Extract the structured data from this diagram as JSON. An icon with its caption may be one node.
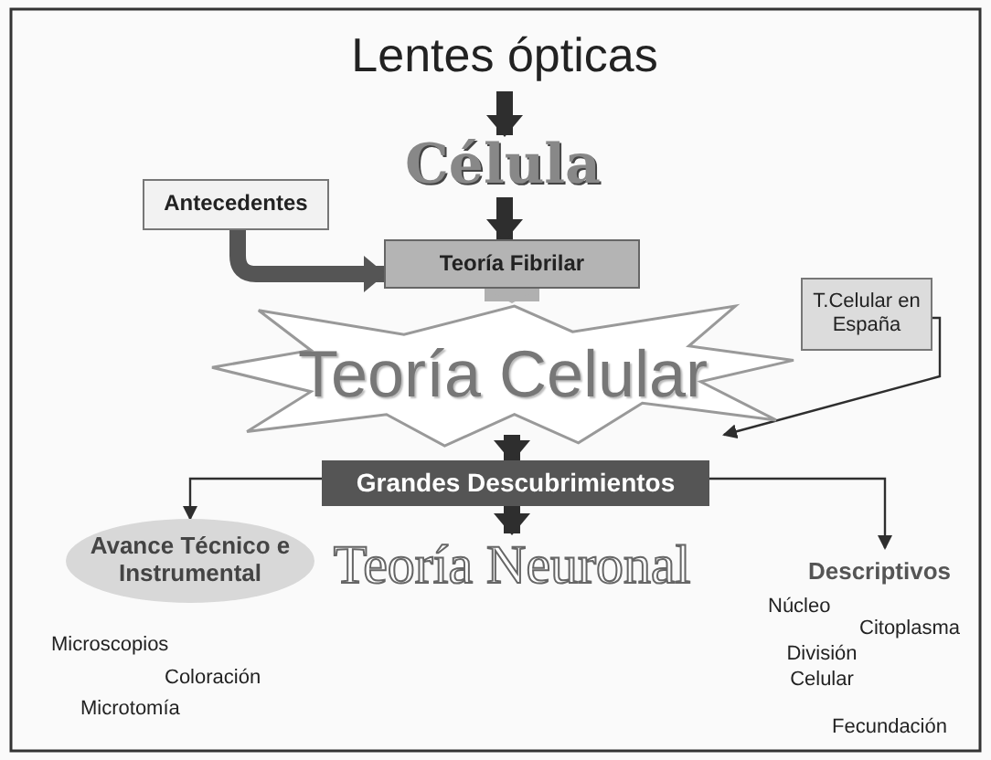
{
  "diagram": {
    "nodes": [
      {
        "text": [
          "Lentes ópticas"
        ]
      },
      {
        "text": [
          "Célula"
        ]
      },
      {
        "text": [
          "Antecedentes"
        ]
      },
      {
        "text": [
          "Teoría Fibrilar"
        ]
      },
      {
        "text": [
          "Teoría Celular"
        ]
      },
      {
        "text": [
          "T.Celular en España"
        ]
      },
      {
        "text": [
          "Grandes Descubrimientos"
        ]
      },
      {
        "text": [
          "Avance Técnico e Instrumental"
        ]
      },
      {
        "text": [
          "Teoría Neuronal"
        ]
      },
      {
        "text": [
          "Descriptivos"
        ]
      }
    ],
    "edges": [
      {
        "from": 0,
        "to": 1,
        "arrow": "to"
      },
      {
        "from": 1,
        "to": 3,
        "arrow": "to"
      },
      {
        "from": 2,
        "to": 3,
        "arrow": "to",
        "color": "#555555"
      },
      {
        "from": 3,
        "to": 4,
        "arrow": "to",
        "style": "thick",
        "color": "#b0b0b0"
      },
      {
        "from": 5,
        "to": 4,
        "arrow": "to"
      },
      {
        "from": 4,
        "to": 6,
        "arrow": "to"
      },
      {
        "from": 6,
        "to": 7,
        "arrow": "to"
      },
      {
        "from": 6,
        "to": 8,
        "arrow": "to"
      },
      {
        "from": 6,
        "to": 9,
        "arrow": "to"
      }
    ],
    "labels": [
      "Núcleo",
      "Microscopios",
      "Citoplasma",
      "Coloración",
      "División Celular",
      "Microtomía",
      "Fecundación"
    ]
  }
}
